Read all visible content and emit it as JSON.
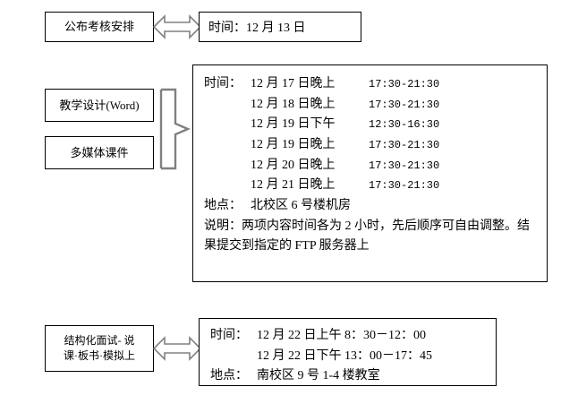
{
  "diagram": {
    "title": "考核安排流程图",
    "stroke_color": "#000000",
    "arrow_fill": "#ffffff",
    "arrow_stroke": "#808080",
    "background": "#ffffff"
  },
  "announce": {
    "box_label": "公布考核安排",
    "detail": {
      "key": "时间：",
      "value": "12 月 13 日"
    }
  },
  "deliverables": {
    "items": [
      {
        "label": "教学设计(Word)"
      },
      {
        "label": "多媒体课件"
      }
    ]
  },
  "schedule": {
    "time_key": "时间：",
    "rows": [
      {
        "date": "12 月 17 日晚上",
        "clock": "17:30-21:30"
      },
      {
        "date": "12 月 18 日晚上",
        "clock": "17:30-21:30"
      },
      {
        "date": "12 月 19 日下午",
        "clock": "12:30-16:30"
      },
      {
        "date": "12 月 19 日晚上",
        "clock": "17:30-21:30"
      },
      {
        "date": "12 月 20 日晚上",
        "clock": "17:30-21:30"
      },
      {
        "date": "12 月 21 日晚上",
        "clock": "17:30-21:30"
      }
    ],
    "place_key": "地点：",
    "place_value": "北校区 6 号楼机房",
    "note_key": "说明：",
    "note_line1": "两项内容时间各为 2 小时，先后顺序可自由调整。结",
    "note_line2": "果提交到指定的 FTP 服务器上"
  },
  "interview": {
    "box_label": "结构化面试- 说\n课·板书·模拟上",
    "time_key": "时间：",
    "rows": [
      {
        "date": "12 月 22 日上午 8：30－12：00"
      },
      {
        "date": "12 月 22 日下午 13：00－17：45"
      }
    ],
    "place_key": "地点：",
    "place_value": "南校区 9 号 1-4 楼教室"
  }
}
